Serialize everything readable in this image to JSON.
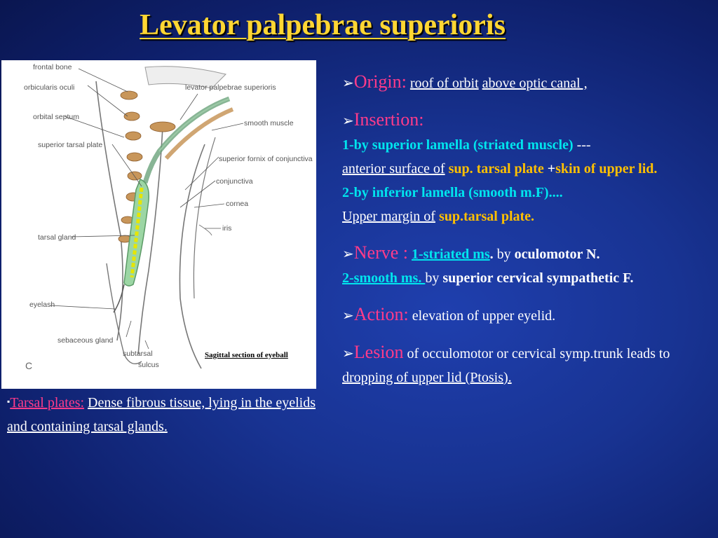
{
  "title": "Levator palpebrae superioris",
  "figure": {
    "caption": "Sagittal section of eyeball",
    "letter": "C",
    "labels": {
      "frontal_bone": "frontal bone",
      "orbicularis_oculi": "orbicularis oculi",
      "orbital_septum": "orbital septum",
      "superior_tarsal_plate": "superior tarsal plate",
      "tarsal_gland": "tarsal gland",
      "eyelash": "eyelash",
      "sebaceous_gland": "sebaceous gland",
      "subtarsal_sulcus_1": "subtarsal",
      "subtarsal_sulcus_2": "sulcus",
      "levator": "levator palpebrae superioris",
      "smooth_muscle": "smooth muscle",
      "superior_fornix": "superior fornix of conjunctiva",
      "conjunctiva": "conjunctiva",
      "cornea": "cornea",
      "iris": "iris"
    }
  },
  "tarsal_note": {
    "bullet": "▪",
    "term": "Tarsal plates:",
    "text": "Dense fibrous tissue, lying in the eyelids and containing tarsal glands."
  },
  "origin": {
    "arrow": "➢",
    "head": "Origin:",
    "part1": "roof of orbit",
    "part2": "above optic canal ,"
  },
  "insertion": {
    "arrow": "➢",
    "head": "Insertion:",
    "l1_cyan": "1-by superior lamella (striated muscle)",
    "l1_dash": " ---",
    "l1_u": "anterior surface of",
    "l1_orange1": "sup. tarsal plate",
    "l1_plus": " +",
    "l1_orange2": "skin of upper lid.",
    "l2_cyan": "2-by inferior lamella (smooth m.F)....",
    "l2_u": "Upper margin of",
    "l2_orange": "sup.tarsal plate."
  },
  "nerve": {
    "arrow": "➢",
    "head": "Nerve :",
    "s1": "1-striated ms",
    "dot": ".",
    "by1": " by ",
    "n1": "oculomotor N.",
    "s2": "2-smooth ms. ",
    "by2": "by ",
    "n2": "superior cervical sympathetic F."
  },
  "action": {
    "arrow": "➢",
    "head": "Action:",
    "text": " elevation of upper eyelid."
  },
  "lesion": {
    "arrow": "➢",
    "head": "Lesion",
    "text": " of occulomotor or  cervical symp.trunk leads to ",
    "u": "dropping of upper lid (Ptosis)."
  }
}
